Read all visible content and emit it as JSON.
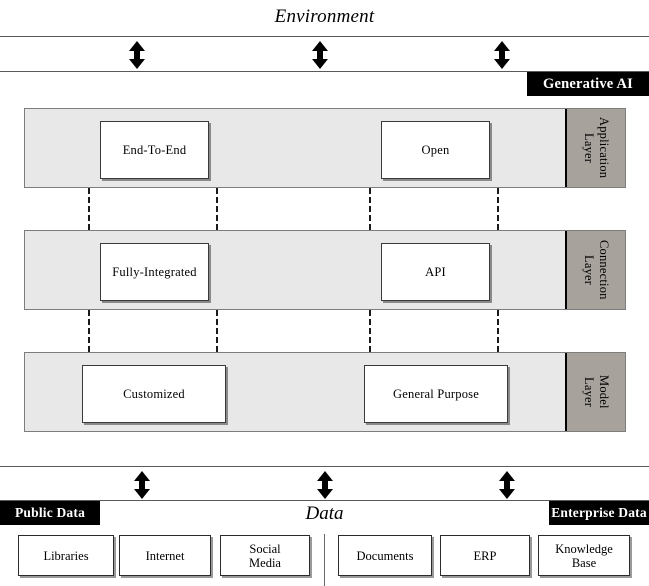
{
  "environment": {
    "title": "Environment"
  },
  "generative_ai": {
    "tag_label": "Generative AI"
  },
  "layers": [
    {
      "id": "application",
      "tag_label": "Application\nLayer",
      "left_box": "End-To-End",
      "right_box": "Open"
    },
    {
      "id": "connection",
      "tag_label": "Connection\nLayer",
      "left_box": "Fully-Integrated",
      "right_box": "API"
    },
    {
      "id": "model",
      "tag_label": "Model\nLayer",
      "left_box": "Customized",
      "right_box": "General Purpose"
    }
  ],
  "data_section": {
    "title": "Data",
    "public_tag": "Public Data",
    "enterprise_tag": "Enterprise Data",
    "public_sources": [
      "Libraries",
      "Internet",
      "Social\nMedia"
    ],
    "enterprise_sources": [
      "Documents",
      "ERP",
      "Knowledge\nBase"
    ]
  },
  "icons": {
    "arrow": "double-headed-vertical-arrow"
  },
  "colors": {
    "layer_fill": "#e8e8e8",
    "layer_tag_fill": "#a8a29d",
    "tag_black": "#000000",
    "tag_text": "#ffffff",
    "line": "#5a5a5a",
    "dashed": "#1a1a1a"
  }
}
